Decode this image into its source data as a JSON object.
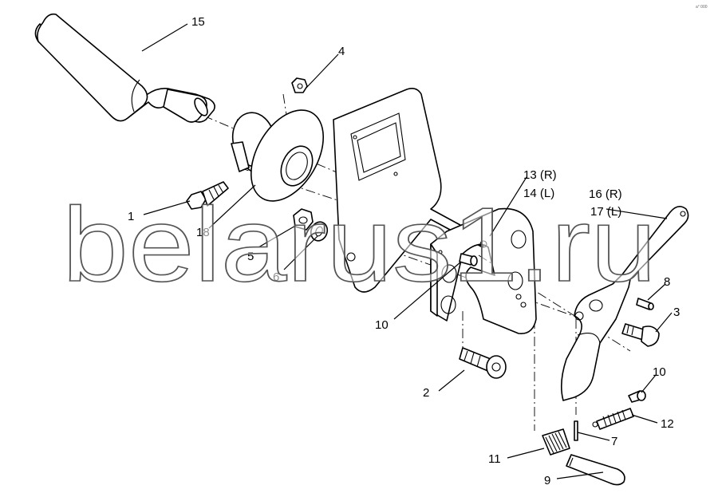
{
  "diagram": {
    "watermark": "belarus1.ru",
    "corner_mark": "a° 000",
    "callouts": [
      {
        "id": "15",
        "label": "15"
      },
      {
        "id": "4",
        "label": "4"
      },
      {
        "id": "1",
        "label": "1"
      },
      {
        "id": "18",
        "label": "18"
      },
      {
        "id": "5",
        "label": "5"
      },
      {
        "id": "6",
        "label": "6"
      },
      {
        "id": "13",
        "label": "13 (R)"
      },
      {
        "id": "14",
        "label": "14 (L)"
      },
      {
        "id": "16",
        "label": "16 (R)"
      },
      {
        "id": "17",
        "label": "17 (L)"
      },
      {
        "id": "8",
        "label": "8"
      },
      {
        "id": "3",
        "label": "3"
      },
      {
        "id": "10a",
        "label": "10"
      },
      {
        "id": "10b",
        "label": "10"
      },
      {
        "id": "2",
        "label": "2"
      },
      {
        "id": "12",
        "label": "12"
      },
      {
        "id": "7",
        "label": "7"
      },
      {
        "id": "11",
        "label": "11"
      },
      {
        "id": "9",
        "label": "9"
      }
    ]
  }
}
